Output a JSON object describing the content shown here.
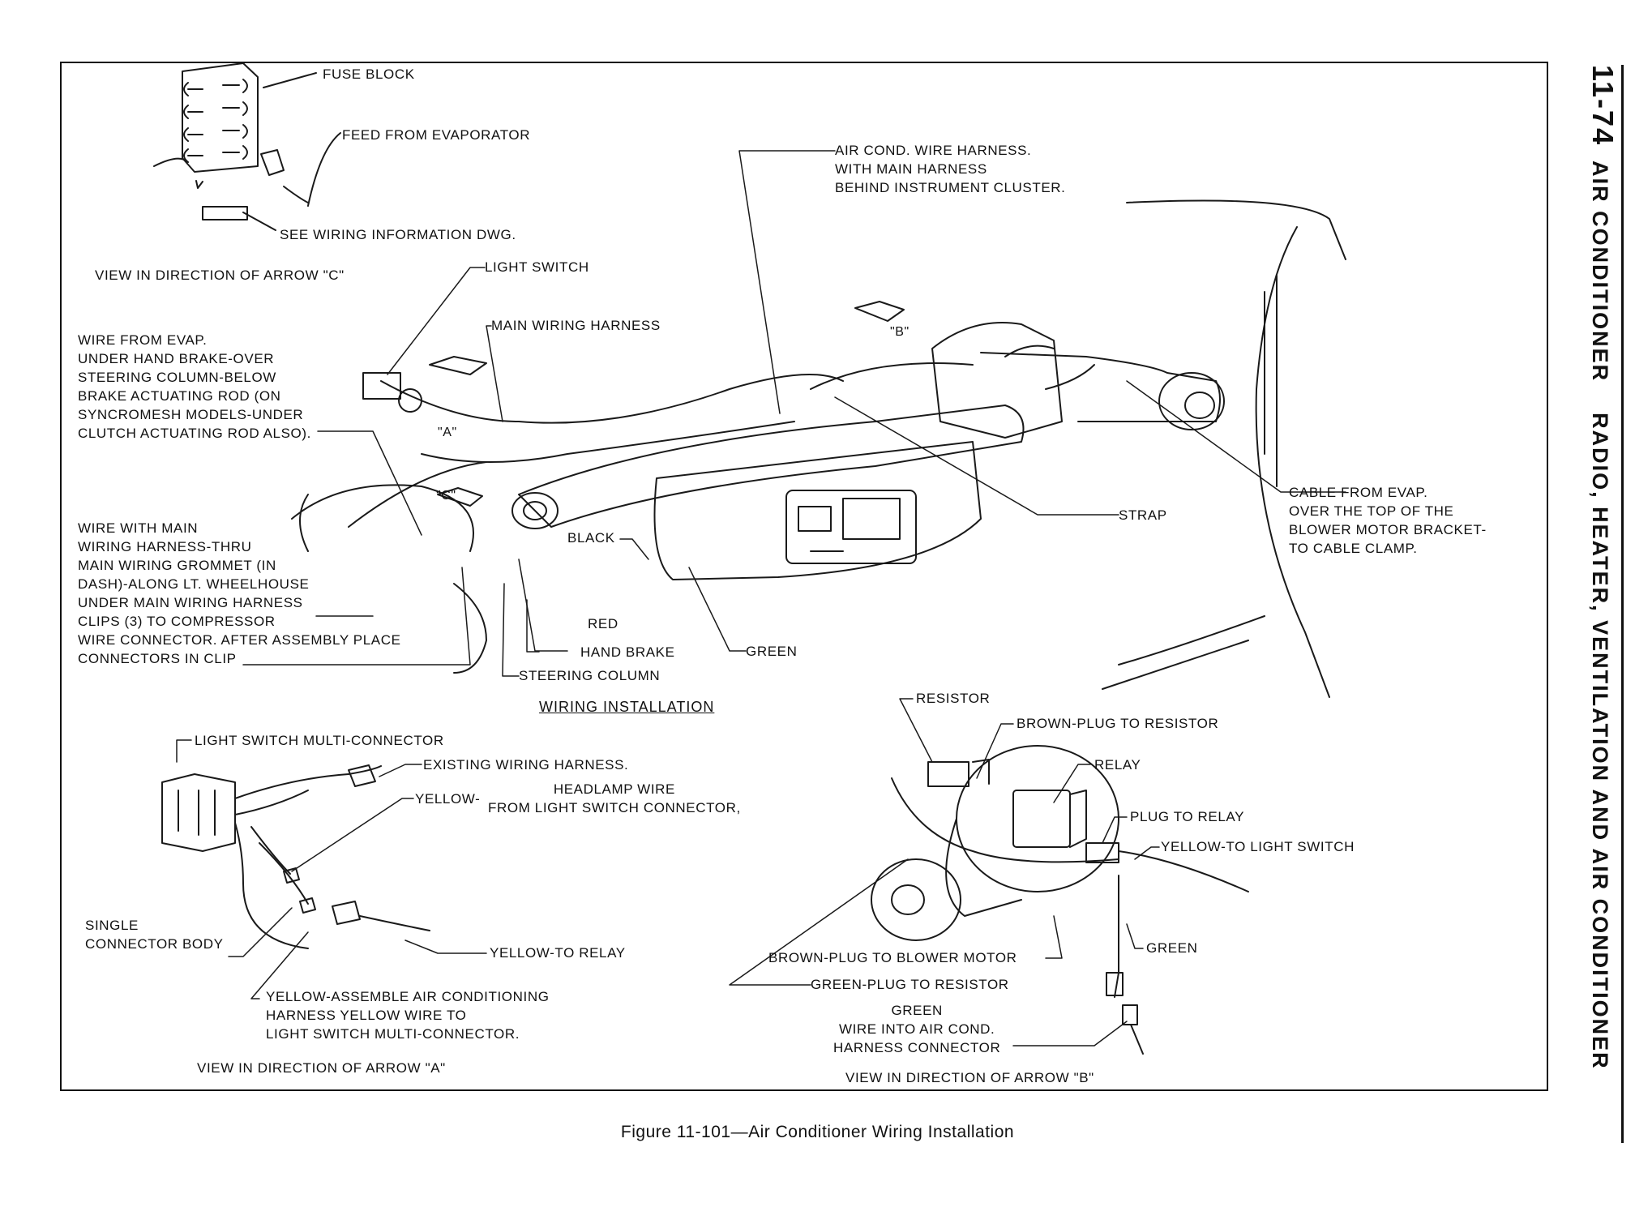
{
  "page": {
    "number": "11-74",
    "section_title": "AIR CONDITIONER    RADIO, HEATER, VENTILATION AND AIR CONDITIONER",
    "caption": "Figure 11-101—Air Conditioner Wiring Installation"
  },
  "view_c": {
    "title": "VIEW IN DIRECTION OF ARROW \"C\"",
    "labels": {
      "fuse_block": "FUSE BLOCK",
      "feed_from_evaporator": "FEED FROM EVAPORATOR",
      "see_wiring": "SEE WIRING INFORMATION DWG."
    }
  },
  "main_view": {
    "title": "WIRING INSTALLATION",
    "arrows": {
      "a": "\"A\"",
      "b": "\"B\"",
      "c": "\"C\""
    },
    "labels": {
      "light_switch": "LIGHT SWITCH",
      "main_wiring_harness": "MAIN WIRING HARNESS",
      "air_cond_harness": "AIR COND. WIRE HARNESS.\nWITH MAIN HARNESS\nBEHIND INSTRUMENT CLUSTER.",
      "wire_from_evap": "WIRE FROM EVAP.\nUNDER HAND BRAKE-OVER\nSTEERING COLUMN-BELOW\nBRAKE ACTUATING ROD (ON\nSYNCROMESH MODELS-UNDER\nCLUTCH ACTUATING ROD ALSO).",
      "wire_with_main": "WIRE WITH MAIN\nWIRING HARNESS-THRU\nMAIN WIRING GROMMET (IN\nDASH)-ALONG LT. WHEELHOUSE\nUNDER MAIN WIRING HARNESS\nCLIPS (3) TO COMPRESSOR\nWIRE CONNECTOR. AFTER ASSEMBLY PLACE\nCONNECTORS IN CLIP",
      "black": "BLACK",
      "red": "RED",
      "hand_brake": "HAND BRAKE",
      "steering_column": "STEERING COLUMN",
      "green": "GREEN",
      "strap": "STRAP",
      "cable_from_evap": "CABLE FROM EVAP.\nOVER THE TOP OF THE\nBLOWER MOTOR BRACKET-\nTO CABLE CLAMP."
    }
  },
  "view_a": {
    "title": "VIEW IN DIRECTION OF ARROW \"A\"",
    "labels": {
      "light_switch_multi": "LIGHT SWITCH MULTI-CONNECTOR",
      "existing_harness": "EXISTING WIRING HARNESS.",
      "yellow": "YELLOW-",
      "headlamp_wire": "HEADLAMP WIRE\nFROM LIGHT SWITCH CONNECTOR,",
      "single_connector": "SINGLE\nCONNECTOR BODY",
      "yellow_to_relay": "YELLOW-TO RELAY",
      "yellow_assemble": "YELLOW-ASSEMBLE AIR CONDITIONING\nHARNESS YELLOW WIRE TO\nLIGHT SWITCH MULTI-CONNECTOR."
    }
  },
  "view_b": {
    "title": "VIEW IN DIRECTION OF ARROW \"B\"",
    "labels": {
      "resistor": "RESISTOR",
      "brown_plug_resistor": "BROWN-PLUG TO RESISTOR",
      "relay": "RELAY",
      "plug_to_relay": "PLUG TO RELAY",
      "yellow_to_light_switch": "YELLOW-TO LIGHT SWITCH",
      "green": "GREEN",
      "brown_plug_blower": "BROWN-PLUG TO BLOWER MOTOR",
      "green_plug_resistor": "GREEN-PLUG TO RESISTOR",
      "green_wire_into": "GREEN\nWIRE INTO AIR COND.\nHARNESS CONNECTOR"
    }
  }
}
